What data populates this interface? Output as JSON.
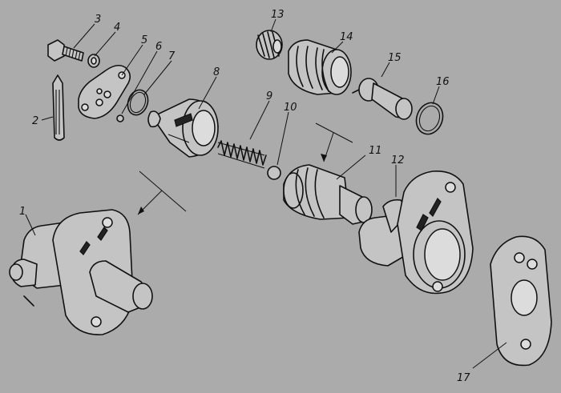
{
  "diagram": {
    "labels": [
      "1",
      "2",
      "3",
      "4",
      "5",
      "6",
      "7",
      "8",
      "9",
      "10",
      "11",
      "12",
      "13",
      "14",
      "15",
      "16",
      "17"
    ]
  },
  "colors": {
    "background": "#ababab",
    "line": "#111111",
    "part_fill": "#c4c4c4"
  }
}
